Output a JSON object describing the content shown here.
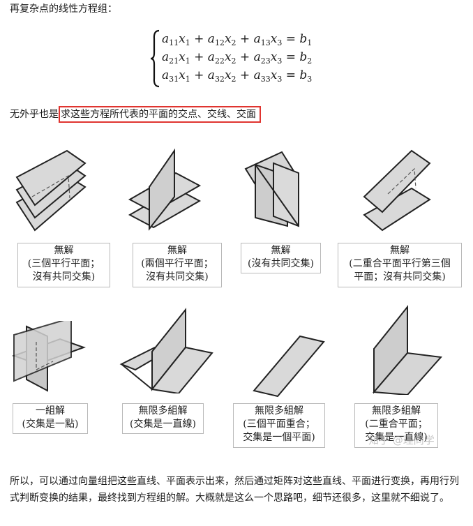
{
  "intro_text": "再复杂点的线性方程组：",
  "equations": [
    {
      "a1": "11",
      "a2": "12",
      "a3": "13",
      "b": "1"
    },
    {
      "a1": "21",
      "a2": "22",
      "a3": "23",
      "b": "2"
    },
    {
      "a1": "31",
      "a2": "32",
      "a3": "33",
      "b": "3"
    }
  ],
  "line2_prefix": "无外乎也是",
  "line2_highlight": "求这些方程所代表的平面的交点、交线、交面",
  "captions": [
    [
      "無解",
      "(三個平行平面；",
      "沒有共同交集)"
    ],
    [
      "無解",
      "(兩個平行平面；",
      "沒有共同交集)"
    ],
    [
      "無解",
      "(沒有共同交集)"
    ],
    [
      "無解",
      "(二重合平面平行第三個",
      "平面；沒有共同交集)"
    ],
    [
      "一組解",
      "(交集是一點)"
    ],
    [
      "無限多組解",
      "(交集是一直線)"
    ],
    [
      "無限多組解",
      "(三個平面重合；",
      "交集是一個平面)"
    ],
    [
      "無限多組解",
      "(二重合平面；",
      "交集是一直線)"
    ]
  ],
  "watermark": "知乎 @理同学",
  "outro_text": "所以，可以通过向量组把这些直线、平面表示出来，然后通过矩阵对这些直线、平面进行变换，再用行列式判断变换的结果，最终找到方程组的解。大概就是这么一个思路吧，细节还很多，这里就不细说了。"
}
